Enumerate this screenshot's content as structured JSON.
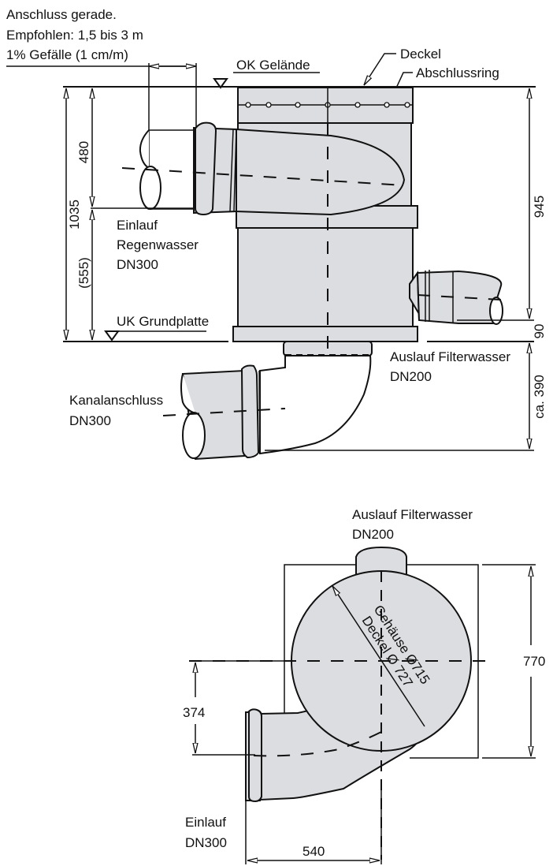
{
  "colors": {
    "housing_fill": "#dcdde0",
    "line": "#111111",
    "background": "#ffffff"
  },
  "side_view": {
    "note_lines": [
      "Anschluss gerade.",
      "Empfohlen: 1,5 bis 3 m",
      "1% Gefälle (1 cm/m)"
    ],
    "labels": {
      "ok_gelaende": "OK Gelände",
      "deckel": "Deckel",
      "abschlussring": "Abschlussring",
      "einlauf": [
        "Einlauf",
        "Regenwasser",
        "DN300"
      ],
      "uk_grundplatte": "UK Grundplatte",
      "auslauf": [
        "Auslauf Filterwasser",
        "DN200"
      ],
      "kanalanschluss": [
        "Kanalanschluss",
        "DN300"
      ]
    },
    "dimensions": {
      "total_height": "1035",
      "inlet_depth": "480",
      "inlet_height": "(555)",
      "outlet_height": "945",
      "outlet_offset": "90",
      "channel_depth": "ca. 390"
    }
  },
  "top_view": {
    "labels": {
      "auslauf": [
        "Auslauf Filterwasser",
        "DN200"
      ],
      "einlauf": [
        "Einlauf",
        "DN300"
      ],
      "gehaeuse": "Gehäuse Ø715",
      "deckel": "Deckel Ø 727"
    },
    "dimensions": {
      "width": "770",
      "inlet_offset": "374",
      "inlet_length": "540"
    }
  }
}
